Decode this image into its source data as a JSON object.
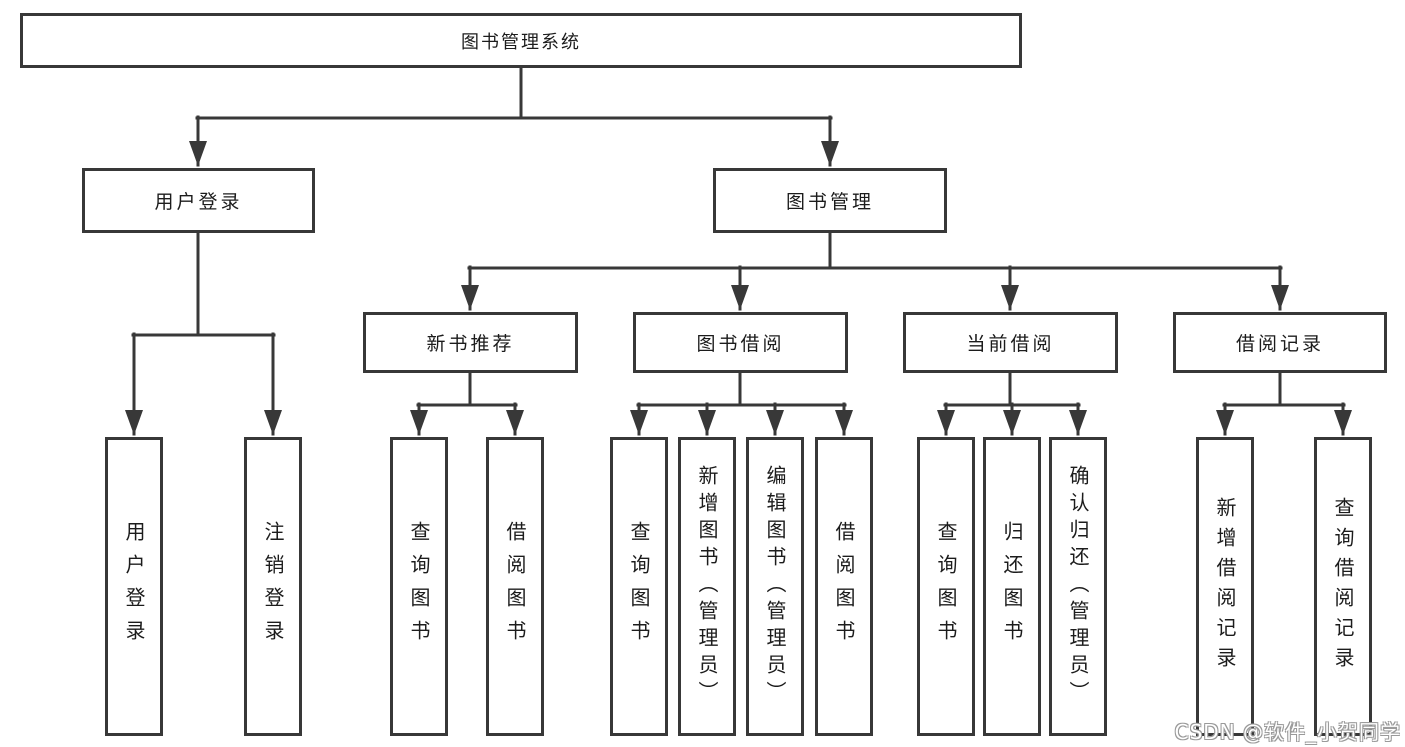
{
  "diagram": {
    "root": {
      "label": "图书管理系统"
    },
    "branches": [
      {
        "label": "用户登录",
        "leaves": [
          {
            "label": "用户登录"
          },
          {
            "label": "注销登录"
          }
        ]
      },
      {
        "label": "图书管理",
        "groups": [
          {
            "label": "新书推荐",
            "leaves": [
              {
                "label": "查询图书"
              },
              {
                "label": "借阅图书"
              }
            ]
          },
          {
            "label": "图书借阅",
            "leaves": [
              {
                "label": "查询图书"
              },
              {
                "label": "新增图书（管理员）"
              },
              {
                "label": "编辑图书（管理员）"
              },
              {
                "label": "借阅图书"
              }
            ]
          },
          {
            "label": "当前借阅",
            "leaves": [
              {
                "label": "查询图书"
              },
              {
                "label": "归还图书"
              },
              {
                "label": "确认归还（管理员）"
              }
            ]
          },
          {
            "label": "借阅记录",
            "leaves": [
              {
                "label": "新增借阅记录"
              },
              {
                "label": "查询借阅记录"
              }
            ]
          }
        ]
      }
    ]
  },
  "watermark": {
    "text": "CSDN @软件_小贺同学"
  },
  "colors": {
    "line": "#383838",
    "text": "#1c1c1c",
    "background": "#ffffff"
  }
}
